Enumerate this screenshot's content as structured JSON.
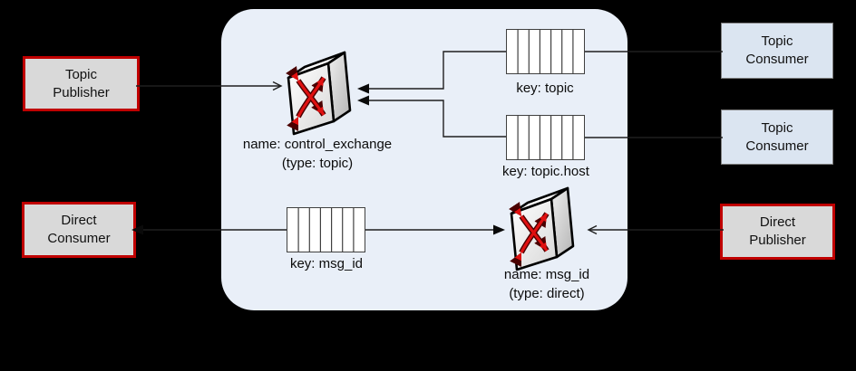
{
  "diagram_title": "AMQP topic and direct exchange message flow",
  "colors": {
    "background": "#000000",
    "broker_container": "#e9eff8",
    "publisher_node_fill": "#d9d9d9",
    "publisher_node_border": "#c00000",
    "consumer_node_fill": "#dbe5f1",
    "consumer_node_border": "#7f7f7f",
    "queue_fill": "#ffffff",
    "line": "#1f1f1f",
    "exchange_arrow_red": "#e01010"
  },
  "nodes": {
    "topic_publisher": {
      "label": "Topic\nPublisher"
    },
    "direct_consumer": {
      "label": "Direct\nConsumer"
    },
    "topic_consumer_1": {
      "label": "Topic\nConsumer"
    },
    "topic_consumer_2": {
      "label": "Topic\nConsumer"
    },
    "direct_publisher": {
      "label": "Direct\nPublisher"
    }
  },
  "broker": {
    "exchanges": [
      {
        "name_label": "name: control_exchange",
        "type_label": "(type: topic)"
      },
      {
        "name_label": "name: msg_id",
        "type_label": "(type: direct)"
      }
    ],
    "queues": [
      {
        "key_label": "key: topic"
      },
      {
        "key_label": "key: topic.host"
      },
      {
        "key_label": "key: msg_id"
      }
    ]
  }
}
